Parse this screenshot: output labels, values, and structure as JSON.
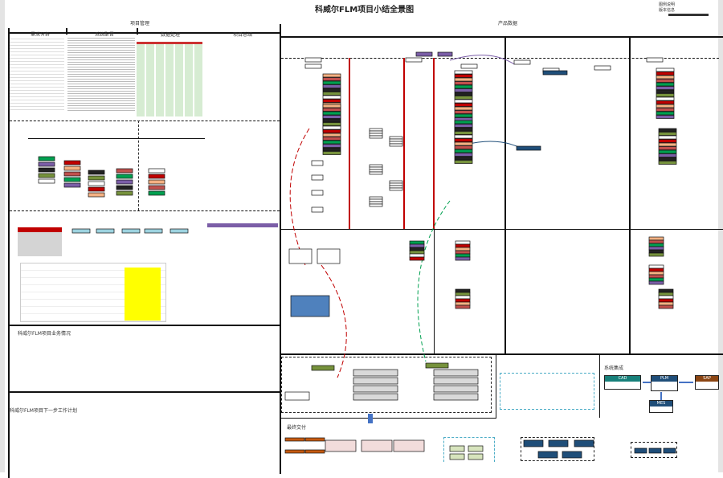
{
  "header": {
    "title": "科威尔FLM项目小结全景图",
    "legend_line1": "图例说明",
    "legend_line2": "版本信息"
  },
  "left_panel": {
    "title": "项目管理",
    "columns": [
      "需求分析",
      "系统配置",
      "数据处理",
      "项目总结"
    ]
  },
  "right_panel": {
    "title": "产品数据"
  },
  "bottom_left": {
    "section1_title": "科威尔FLM项目业务情况",
    "section2_title": "科威尔FLM项目下一步工作计划"
  },
  "bottom_right": {
    "deliverables_title": "最终交付",
    "integration_title": "系统集成",
    "systems": [
      {
        "label": "CAD",
        "color": "#17807a"
      },
      {
        "label": "PLM",
        "color": "#1f4e79"
      },
      {
        "label": "SAP",
        "color": "#8b4513"
      },
      {
        "label": "MES",
        "color": "#1f4e79"
      }
    ]
  },
  "colors": {
    "accent_red": "#c00000",
    "purple": "#7b5ea7",
    "orange": "#f4b183",
    "green": "#00a050",
    "olive": "#76923c",
    "yellow": "#ffff00",
    "light_blue": "#9dd3e0"
  }
}
